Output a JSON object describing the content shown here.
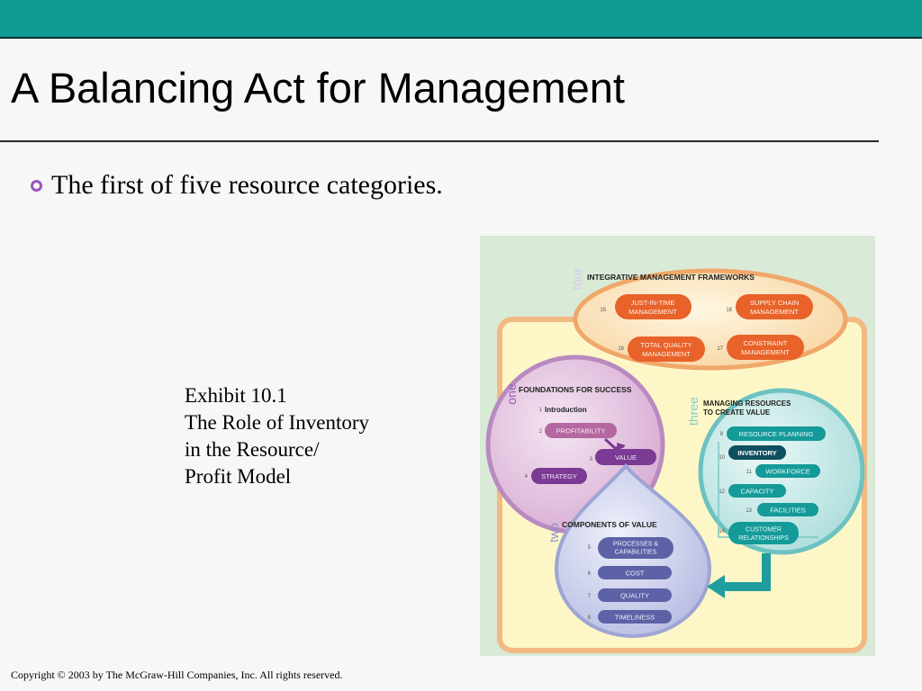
{
  "slide": {
    "title": "A Balancing Act for Management",
    "bullet": "The first of five resource categories.",
    "caption": [
      "Exhibit 10.1",
      "The Role of Inventory",
      "in the Resource/",
      "Profit Model"
    ],
    "copyright": "Copyright © 2003 by The McGraw-Hill Companies, Inc.  All rights reserved."
  },
  "diagram": {
    "four": {
      "numeral": "four",
      "heading": "INTEGRATIVE MANAGEMENT FRAMEWORKS",
      "items": [
        {
          "num": "15",
          "label1": "JUST-IN-TIME",
          "label2": "MANAGEMENT"
        },
        {
          "num": "18",
          "label1": "SUPPLY CHAIN",
          "label2": "MANAGEMENT"
        },
        {
          "num": "16",
          "label1": "TOTAL QUALITY",
          "label2": "MANAGEMENT"
        },
        {
          "num": "17",
          "label1": "CONSTRAINT",
          "label2": "MANAGEMENT"
        }
      ]
    },
    "one": {
      "numeral": "one",
      "heading": "FOUNDATIONS FOR SUCCESS",
      "intro_num": "1",
      "intro": "Introduction",
      "items": [
        {
          "num": "2",
          "label": "PROFITABILITY"
        },
        {
          "num": "3",
          "label": "VALUE"
        },
        {
          "num": "4",
          "label": "STRATEGY"
        }
      ]
    },
    "two": {
      "numeral": "two",
      "heading": "COMPONENTS OF VALUE",
      "items": [
        {
          "num": "5",
          "label1": "PROCESSES &",
          "label2": "CAPABILITIES"
        },
        {
          "num": "6",
          "label1": "COST",
          "label2": ""
        },
        {
          "num": "7",
          "label1": "QUALITY",
          "label2": ""
        },
        {
          "num": "8",
          "label1": "TIMELINESS",
          "label2": ""
        }
      ]
    },
    "three": {
      "numeral": "three",
      "heading1": "MANAGING RESOURCES",
      "heading2": "TO CREATE VALUE",
      "items": [
        {
          "num": "9",
          "label1": "RESOURCE PLANNING",
          "label2": ""
        },
        {
          "num": "10",
          "label1": "INVENTORY",
          "label2": ""
        },
        {
          "num": "11",
          "label1": "WORKFORCE",
          "label2": ""
        },
        {
          "num": "12",
          "label1": "CAPACITY",
          "label2": ""
        },
        {
          "num": "13",
          "label1": "FACILITIES",
          "label2": ""
        },
        {
          "num": "14",
          "label1": "CUSTOMER",
          "label2": "RELATIONSHIPS"
        }
      ]
    },
    "colors": {
      "background": "#d9ead7",
      "panel": "#fdf7c8",
      "panel_border": "#f2b984",
      "orange": "#e8622a",
      "purple": "#7b3a93",
      "blue": "#5d62a7",
      "teal": "#149a99",
      "highlight": "#0f4f60"
    }
  }
}
